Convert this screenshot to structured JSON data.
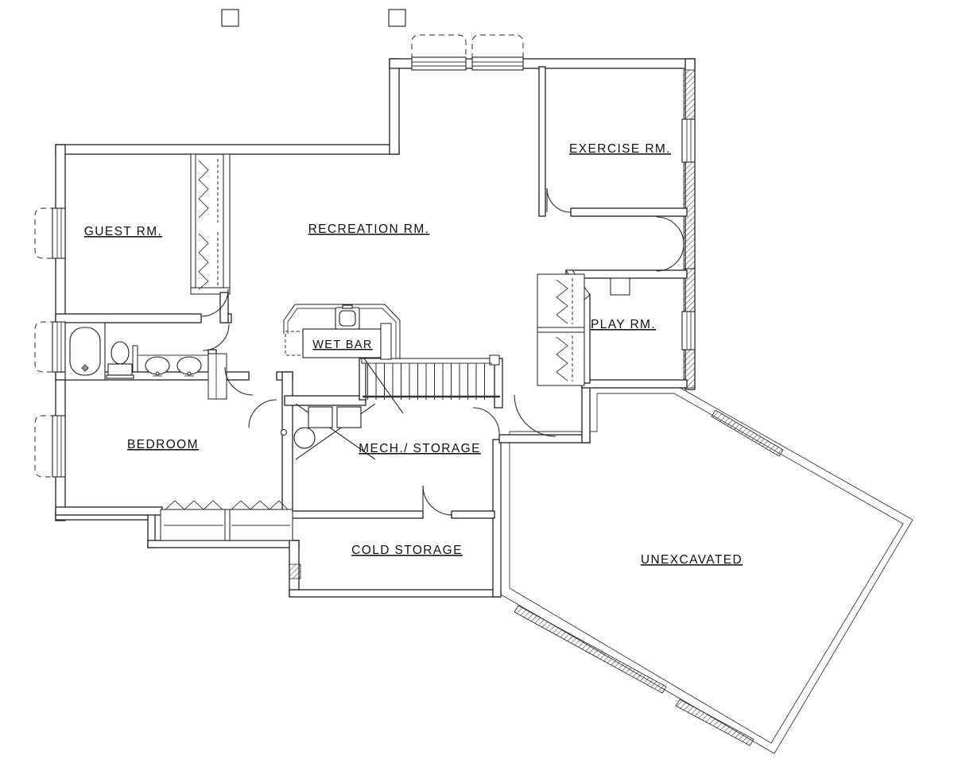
{
  "floor_plan": {
    "type": "basement-floor-plan",
    "colors": {
      "background": "#ffffff",
      "line": "#1f1f1f"
    },
    "rooms": {
      "guest": {
        "label": "GUEST RM."
      },
      "recreation": {
        "label": "RECREATION RM."
      },
      "exercise": {
        "label": "EXERCISE RM."
      },
      "play": {
        "label": "PLAY RM."
      },
      "wet_bar": {
        "label": "WET BAR"
      },
      "bedroom": {
        "label": "BEDROOM"
      },
      "mech_storage": {
        "label": "MECH./ STORAGE"
      },
      "cold_storage": {
        "label": "COLD STORAGE"
      },
      "unexcavated": {
        "label": "UNEXCAVATED"
      }
    }
  }
}
